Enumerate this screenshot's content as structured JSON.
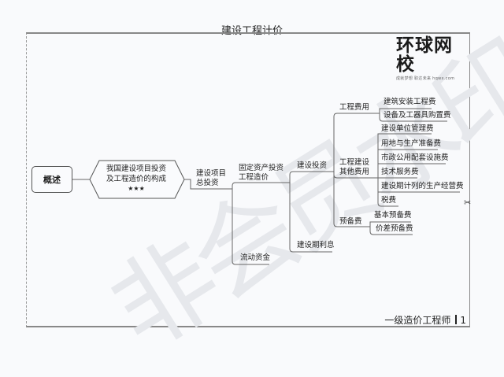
{
  "page": {
    "title": "建设工程计价",
    "footer_text": "一级造价工程师",
    "page_number": "1"
  },
  "logo": {
    "name": "环球网校",
    "tagline": "成就梦想 职达未来  hqwx.com"
  },
  "watermark": "非会员水印",
  "mindmap": {
    "root": "概述",
    "topic": {
      "line1": "我国建设项目投资",
      "line2": "及工程造价的构成",
      "stars": "★★★"
    },
    "level1": {
      "line1": "建设项目",
      "line2": "总投资"
    },
    "level2": [
      {
        "line1": "固定资产投资",
        "line2": "工程造价"
      },
      {
        "line1": "流动资金"
      }
    ],
    "level3": [
      {
        "label": "建设投资"
      },
      {
        "label": "建设期利息"
      }
    ],
    "level4": [
      {
        "label": "工程费用"
      },
      {
        "line1": "工程建设",
        "line2": "其他费用"
      },
      {
        "label": "预备费"
      }
    ],
    "level5": {
      "engineering_costs": [
        "建筑安装工程费",
        "设备及工器具购置费"
      ],
      "other_costs": [
        "建设单位管理费",
        "用地与生产准备费",
        "市政公用配套设施费",
        "技术服务费",
        "建设期计列的生产经营费",
        "税费"
      ],
      "contingency": [
        "基本预备费",
        "价差预备费"
      ]
    }
  },
  "scissor_mark": "✂"
}
